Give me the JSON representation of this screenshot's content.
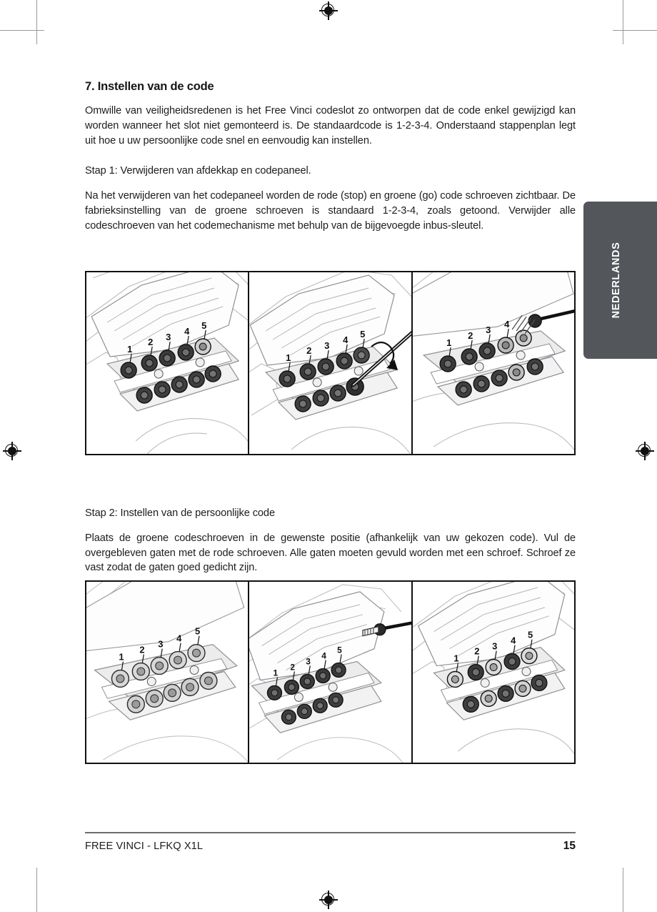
{
  "document": {
    "language_tab": "NEDERLANDS",
    "section": {
      "number_title": "7. Instellen van de code",
      "intro": "Omwille van veiligheidsredenen is het Free Vinci codeslot zo ontworpen dat de code enkel gewijzigd kan worden wanneer het slot niet gemonteerd is. De standaardcode is 1-2-3-4. Onderstaand stappenplan legt uit hoe u uw persoonlijke code snel en eenvoudig kan instellen."
    },
    "step1": {
      "label": "Stap 1:  Verwijderen van afdekkap en codepaneel.",
      "text": "Na het verwijderen van het codepaneel worden de rode (stop) en groene (go) code schroeven zichtbaar. De fabrieksinstelling van de groene schroeven is standaard 1-2-3-4, zoals getoond. Verwijder alle codeschroeven van het codemechanisme met behulp van de bijgevoegde inbus-sleutel."
    },
    "step2": {
      "label": "Stap 2:  Instellen van de persoonlijke code",
      "text": "Plaats de groene codeschroeven in de gewenste positie (afhankelijk van uw gekozen code). Vul de overgebleven gaten met de rode schroeven. Alle gaten moeten gevuld worden met een schroef. Schroef ze vast zodat de gaten goed gedicht zijn."
    },
    "figures": {
      "screw_numbers": [
        "1",
        "2",
        "3",
        "4",
        "5"
      ],
      "step1_panels": [
        "lock-body-code-screws-default-1-2-3-4",
        "allen-key-removing-code-screw",
        "code-screw-being-withdrawn"
      ],
      "step2_panels": [
        "all-code-screws-seated",
        "green-screw-being-inserted",
        "code-screws-tightened-final"
      ]
    },
    "footer": {
      "doc_id": "FREE VINCI - LFKQ X1L",
      "page_number": "15"
    },
    "colors": {
      "tab_background": "#53565a",
      "tab_text": "#ffffff",
      "text": "#1d1d1d",
      "rule": "#6d6d6d",
      "figure_border": "#111111"
    }
  }
}
